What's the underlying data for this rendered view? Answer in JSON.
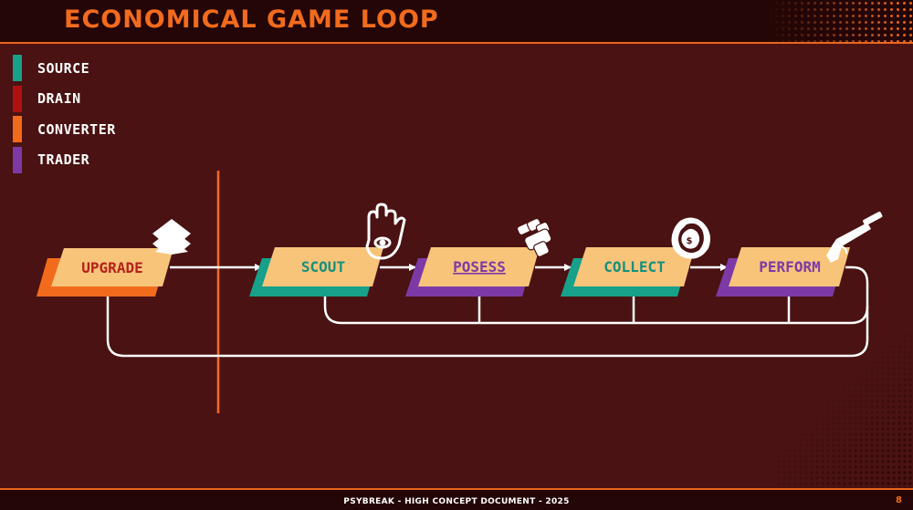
{
  "title": "Economical Game Loop",
  "legend": [
    {
      "label": "SOURCE",
      "color": "#17a08a"
    },
    {
      "label": "DRAIN",
      "color": "#b01010"
    },
    {
      "label": "CONVERTER",
      "color": "#f26b1d"
    },
    {
      "label": "TRADER",
      "color": "#7d3aa6"
    }
  ],
  "nodes": [
    {
      "id": "upgrade",
      "label": "UPGRADE",
      "type": "converter",
      "icon": "chevrons-up-icon"
    },
    {
      "id": "scout",
      "label": "SCOUT",
      "type": "source",
      "icon": "hand-eye-icon"
    },
    {
      "id": "posess",
      "label": "POSESS",
      "type": "trader",
      "icon": "fist-icon"
    },
    {
      "id": "collect",
      "label": "COLLECT",
      "type": "source",
      "icon": "money-bag-icon"
    },
    {
      "id": "perform",
      "label": "PERFORM",
      "type": "trader",
      "icon": "pistol-icon"
    }
  ],
  "colors": {
    "background": "#4a1212",
    "bar": "#240606",
    "accent": "#f26b1d",
    "node_fill": "#f7c47a",
    "source": "#17a08a",
    "trader": "#7d3aa6",
    "converter": "#f26b1d",
    "drain": "#b01010",
    "converter_text": "#b8201a",
    "source_text": "#15907e",
    "trader_text": "#7d3aa6"
  },
  "footer": {
    "text": "PSYBREAK - HIGH CONCEPT DOCUMENT - 2025",
    "page": "8"
  }
}
